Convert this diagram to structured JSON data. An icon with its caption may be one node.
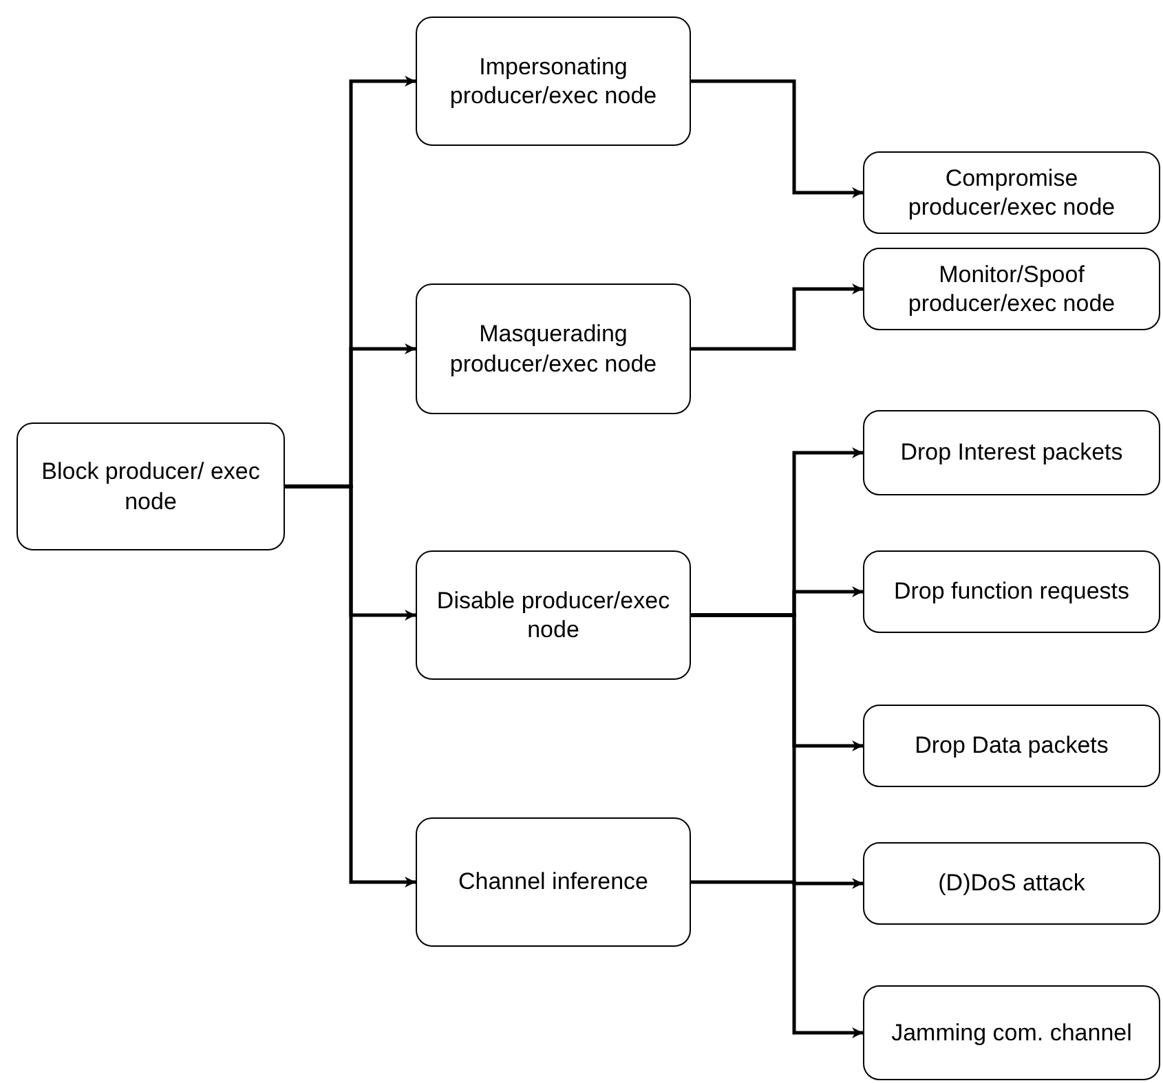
{
  "diagram": {
    "nodes": [
      {
        "text": [
          "Block producer/ exec node"
        ]
      },
      {
        "text": [
          "Impersonating producer/exec node"
        ]
      },
      {
        "text": [
          "Masquerading producer/exec node"
        ]
      },
      {
        "text": [
          "Disable producer/exec node"
        ]
      },
      {
        "text": [
          "Channel inference"
        ]
      },
      {
        "text": [
          "Compromise producer/exec node"
        ]
      },
      {
        "text": [
          "Monitor/Spoof producer/exec node"
        ]
      },
      {
        "text": [
          "Drop Interest packets"
        ]
      },
      {
        "text": [
          "Drop function requests"
        ]
      },
      {
        "text": [
          "Drop Data packets"
        ]
      },
      {
        "text": [
          "(D)DoS attack"
        ]
      },
      {
        "text": [
          "Jamming com. channel"
        ]
      }
    ],
    "edges": [
      {
        "from": 0,
        "to": 1,
        "arrow": "to"
      },
      {
        "from": 0,
        "to": 2,
        "arrow": "to"
      },
      {
        "from": 0,
        "to": 3,
        "arrow": "to"
      },
      {
        "from": 0,
        "to": 4,
        "arrow": "to"
      },
      {
        "from": 1,
        "to": 5,
        "arrow": "to"
      },
      {
        "from": 2,
        "to": 6,
        "arrow": "to"
      },
      {
        "from": 3,
        "to": 7,
        "arrow": "to"
      },
      {
        "from": 3,
        "to": 8,
        "arrow": "to"
      },
      {
        "from": 3,
        "to": 9,
        "arrow": "to"
      },
      {
        "from": 3,
        "to": 10,
        "arrow": "to"
      },
      {
        "from": 4,
        "to": 11,
        "arrow": "to"
      }
    ]
  }
}
